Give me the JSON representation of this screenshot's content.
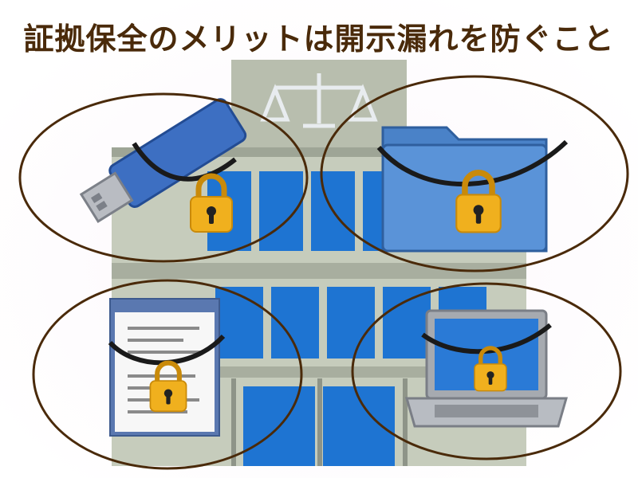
{
  "title": "証拠保全のメリットは開示漏れを防ぐこと",
  "colors": {
    "title": "#4a2a0a",
    "ellipse_stroke": "#4a2a0a",
    "building_wall": "#b8beae",
    "building_trim": "#9ea596",
    "window_blue": "#1e74d2",
    "window_light": "#5aa8ee",
    "usb_blue": "#3d6fc2",
    "folder_blue": "#5a93d8",
    "padlock_gold": "#f0b01e",
    "chain": "#1a1a1a",
    "laptop_gray": "#a6aab0",
    "laptop_screen": "#2a7ad6",
    "document_frame": "#5a78b0"
  },
  "items": [
    {
      "name": "usb-drive",
      "icon": "usb-drive-icon",
      "locked": true
    },
    {
      "name": "folder",
      "icon": "folder-icon",
      "locked": true
    },
    {
      "name": "document",
      "icon": "document-icon",
      "locked": true
    },
    {
      "name": "laptop",
      "icon": "laptop-icon",
      "locked": true
    }
  ],
  "symbol": "scales-of-justice-icon"
}
